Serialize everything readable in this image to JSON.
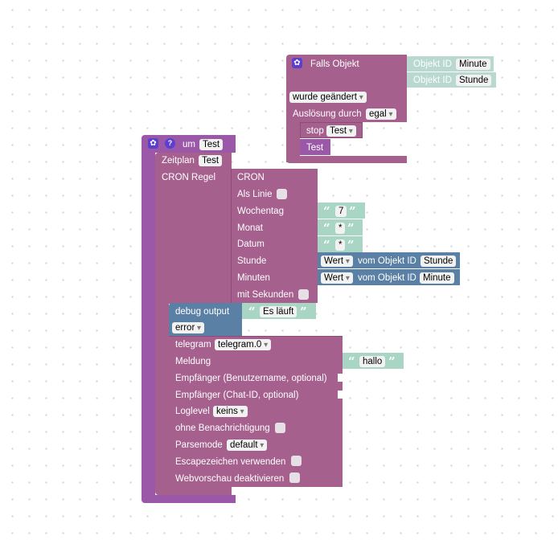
{
  "colors": {
    "main_block": "#a5608e",
    "outer_block": "#9c58a8",
    "debug_block": "#5b80a5",
    "value_block": "#b8d8d0",
    "text_block": "#a9d5c5"
  },
  "trigger_block": {
    "title": "Falls Objekt",
    "object_label": "Objekt ID",
    "objects": [
      "Minute",
      "Stunde"
    ],
    "change_mode": "wurde geändert",
    "trigger_label": "Auslösung durch",
    "trigger_value": "egal",
    "stop_label": "stop",
    "stop_value": "Test",
    "stop_text": "Test"
  },
  "schedule_block": {
    "um_label": "um",
    "um_value": "Test",
    "zeitplan_label": "Zeitplan",
    "zeitplan_value": "Test",
    "cron_rule_label": "CRON Regel",
    "cron_title": "CRON",
    "as_line_label": "Als Linie",
    "weekday_label": "Wochentag",
    "weekday_value": "7",
    "month_label": "Monat",
    "month_value": "*",
    "date_label": "Datum",
    "date_value": "*",
    "hour_label": "Stunde",
    "minutes_label": "Minuten",
    "with_seconds_label": "mit Sekunden",
    "value_dropdown": "Wert",
    "from_object_label": "vom Objekt ID",
    "hour_object": "Stunde",
    "minute_object": "Minute"
  },
  "debug_block": {
    "label": "debug output",
    "text": "Es läuft",
    "level": "error"
  },
  "telegram_block": {
    "label": "telegram",
    "instance": "telegram.0",
    "message_label": "Meldung",
    "message_value": "hallo",
    "recipient_user_label": "Empfänger (Benutzername, optional)",
    "recipient_chat_label": "Empfänger (Chat-ID, optional)",
    "loglevel_label": "Loglevel",
    "loglevel_value": "keins",
    "silent_label": "ohne Benachrichtigung",
    "parsemode_label": "Parsemode",
    "parsemode_value": "default",
    "escape_label": "Escapezeichen verwenden",
    "preview_label": "Webvorschau deaktivieren"
  }
}
